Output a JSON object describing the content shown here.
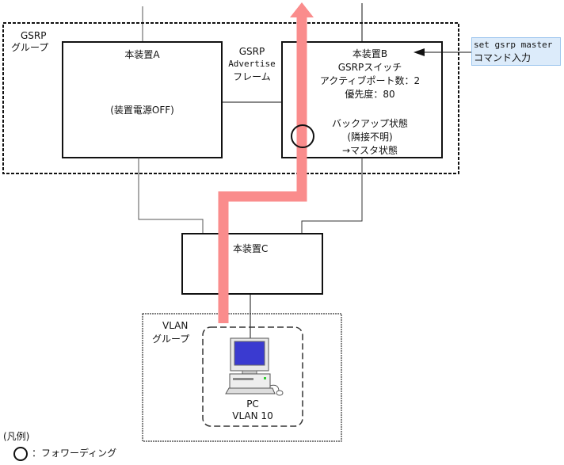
{
  "gsrp_group": {
    "label_line1": "GSRP",
    "label_line2": "グループ"
  },
  "device_a": {
    "title": "本装置A",
    "status": "(装置電源OFF)"
  },
  "advertise_frame": {
    "line1": "GSRP",
    "line2": "Advertise",
    "line3": "フレーム"
  },
  "device_b": {
    "title": "本装置B",
    "role": "GSRPスイッチ",
    "active_ports": "アクティブポート数：2",
    "priority": "優先度：80",
    "state_line1": "バックアップ状態",
    "state_line2": "(隣接不明)",
    "state_line3": "→マスタ状態"
  },
  "command": {
    "line1": "set gsrp master",
    "line2": "コマンド入力"
  },
  "device_c": {
    "title": "本装置C"
  },
  "vlan_group": {
    "label_line1": "VLAN",
    "label_line2": "グループ"
  },
  "pc": {
    "name": "PC",
    "vlan": "VLAN 10"
  },
  "legend": {
    "title": "(凡例)",
    "forwarding": "：フォワーディング"
  },
  "colors": {
    "forwarding_path": "#fa8c8c",
    "command_box_bg": "#dcebfa",
    "command_box_border": "#9ec6ee",
    "monitor_screen": "#3a3ad0"
  }
}
